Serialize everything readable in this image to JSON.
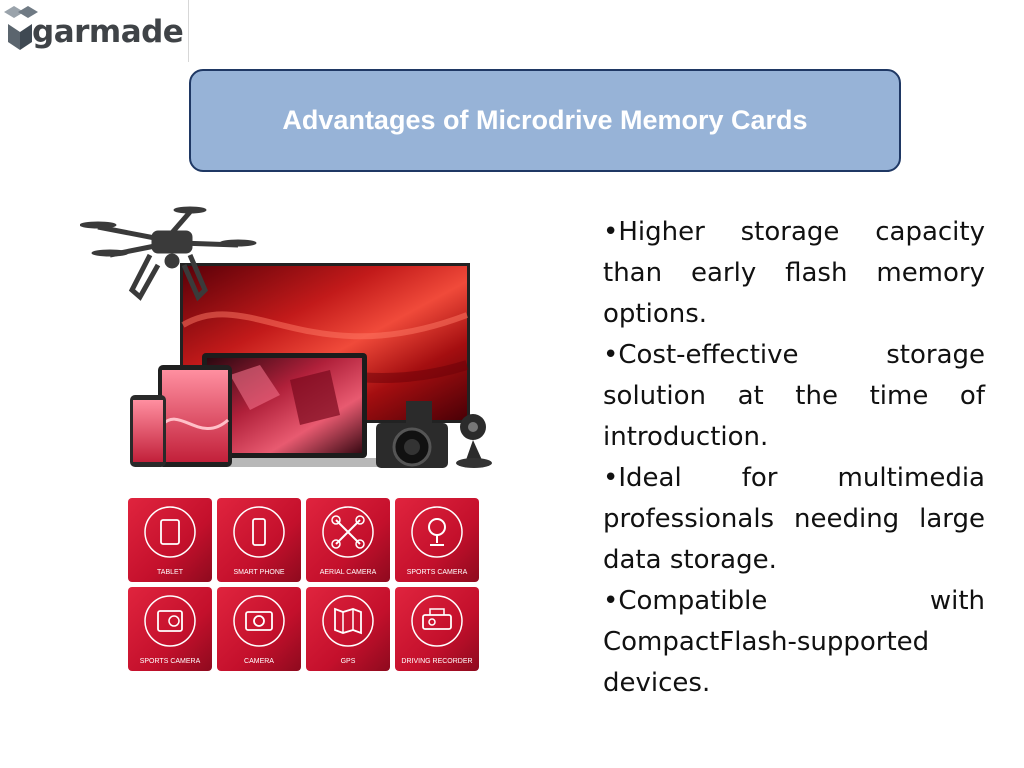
{
  "brand": {
    "name": "garmade"
  },
  "slide": {
    "title": "Advantages of Microdrive Memory Cards"
  },
  "bullets": [
    "Higher storage capacity than early flash memory options.",
    "Cost-effective storage solution at the time of introduction.",
    "Ideal for multimedia professionals needing large data storage.",
    "Compatible with CompactFlash-supported devices."
  ],
  "illustration": {
    "tiles": [
      {
        "label": "TABLET",
        "icon": "tablet-icon"
      },
      {
        "label": "SMART PHONE",
        "icon": "smartphone-icon"
      },
      {
        "label": "AERIAL CAMERA",
        "icon": "drone-icon"
      },
      {
        "label": "SPORTS CAMERA",
        "icon": "webcam-icon"
      },
      {
        "label": "SPORTS CAMERA",
        "icon": "action-camera-icon"
      },
      {
        "label": "CAMERA",
        "icon": "camera-icon"
      },
      {
        "label": "GPS",
        "icon": "map-icon"
      },
      {
        "label": "DRIVING RECORDER",
        "icon": "dashcam-icon"
      }
    ]
  },
  "colors": {
    "title_fill": "#97b3d7",
    "title_border": "#1f3864",
    "tile_red": "#c8102e"
  }
}
